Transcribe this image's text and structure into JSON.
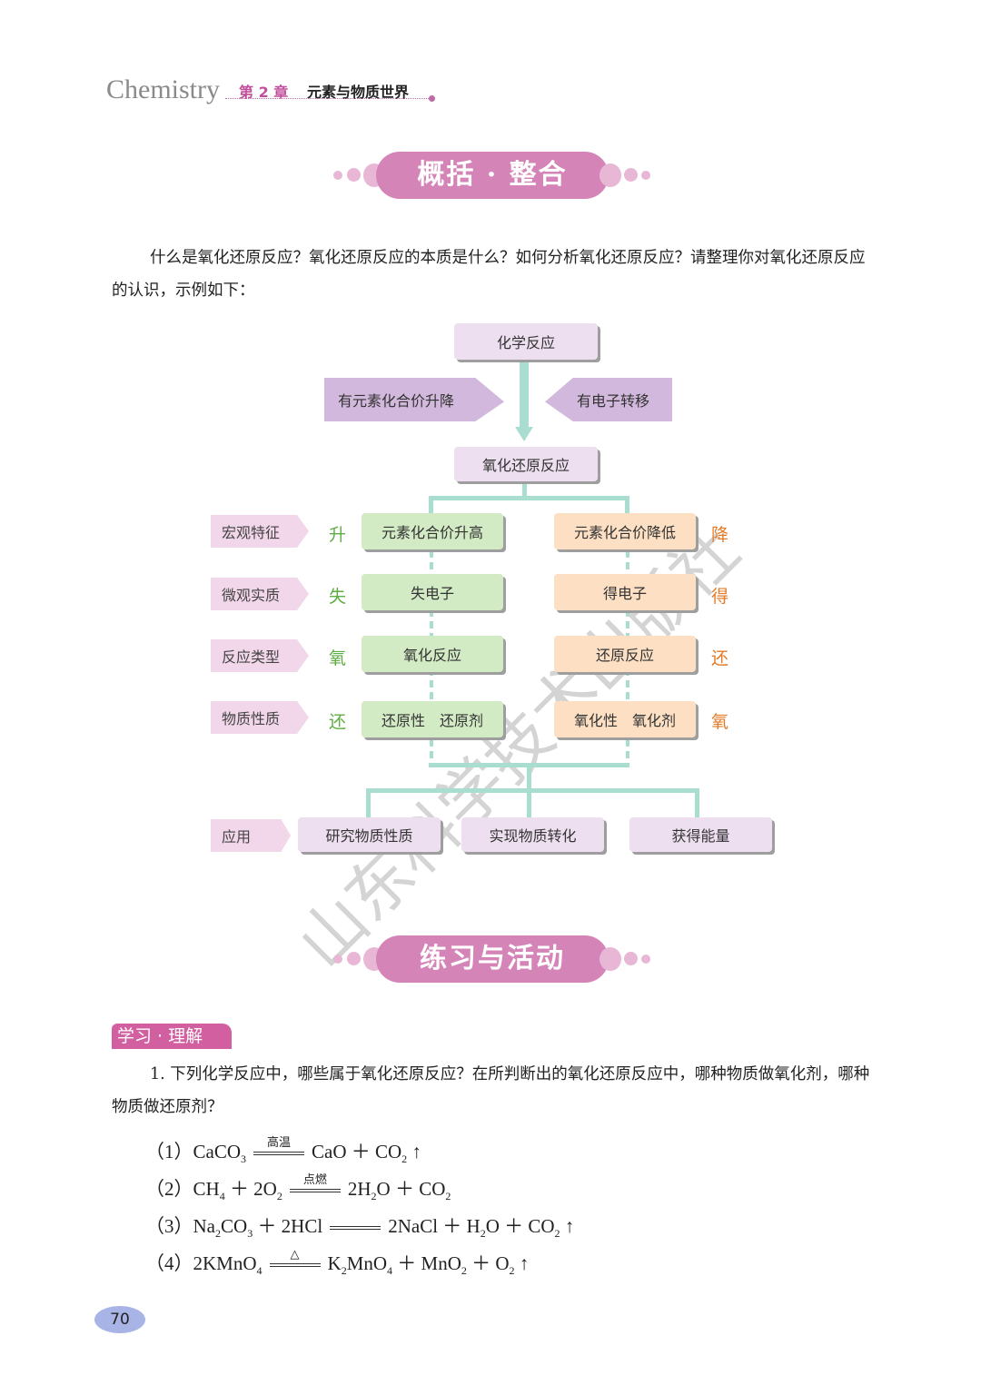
{
  "header": {
    "brand": "Chemistry",
    "chapter": "第 2 章",
    "chapter_title": "元素与物质世界"
  },
  "section1": {
    "title": "概括 · 整合"
  },
  "intro": "什么是氧化还原反应？氧化还原反应的本质是什么？如何分析氧化还原反应？请整理你对氧化还原反应的认识，示例如下：",
  "flow": {
    "top": "化学反应",
    "left_cond": "有元素化合价升降",
    "right_cond": "有电子转移",
    "center": "氧化还原反应",
    "rows": [
      {
        "label": "宏观特征",
        "lchar": "升",
        "left": "元素化合价升高",
        "right": "元素化合价降低",
        "rchar": "降"
      },
      {
        "label": "微观实质",
        "lchar": "失",
        "left": "失电子",
        "right": "得电子",
        "rchar": "得"
      },
      {
        "label": "反应类型",
        "lchar": "氧",
        "left": "氧化反应",
        "right": "还原反应",
        "rchar": "还"
      },
      {
        "label": "物质性质",
        "lchar": "还",
        "left": "还原性　还原剂",
        "right": "氧化性　氧化剂",
        "rchar": "氧"
      }
    ],
    "app_label": "应用",
    "apps": [
      "研究物质性质",
      "实现物质转化",
      "获得能量"
    ]
  },
  "watermark": "山东科学技术出版社",
  "section2": {
    "title": "练习与活动"
  },
  "subsection": "学习 · 理解",
  "question": "1. 下列化学反应中，哪些属于氧化还原反应？在所判断出的氧化还原反应中，哪种物质做氧化剂，哪种物质做还原剂？",
  "equations": [
    {
      "num": "（1）",
      "cond": "高温"
    },
    {
      "num": "（2）",
      "cond": "点燃"
    },
    {
      "num": "（3）",
      "cond": ""
    },
    {
      "num": "（4）",
      "cond": "△"
    }
  ],
  "page_number": "70"
}
